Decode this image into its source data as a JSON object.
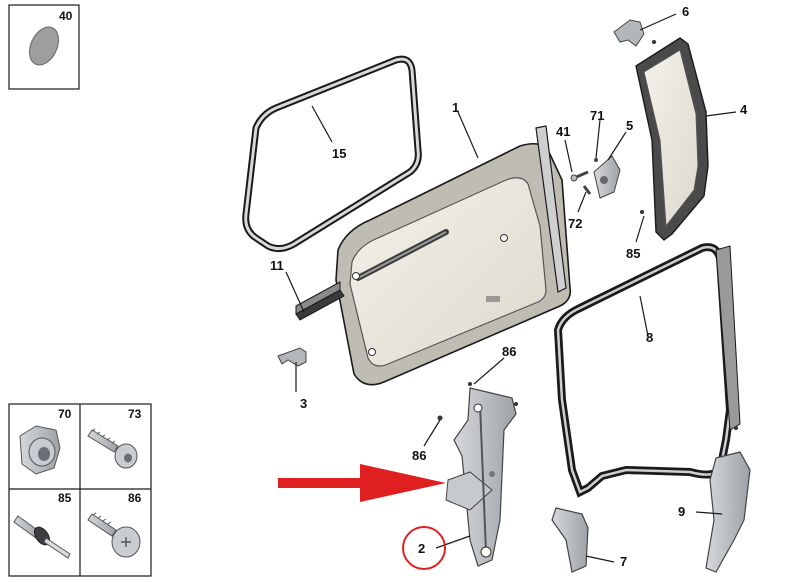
{
  "colors": {
    "outline": "#1a1a1a",
    "glass": "#e9e7dd",
    "seal": "#8a8a8a",
    "highlight_red": "#e02020",
    "part_gray": "#b9bcc0"
  },
  "inset_40": {
    "label": "40"
  },
  "fastener_grid": [
    {
      "label": "70"
    },
    {
      "label": "73"
    },
    {
      "label": "85"
    },
    {
      "label": "86"
    }
  ],
  "callouts": [
    {
      "id": "c1",
      "label": "1"
    },
    {
      "id": "c15",
      "label": "15"
    },
    {
      "id": "c11",
      "label": "11"
    },
    {
      "id": "c3",
      "label": "3"
    },
    {
      "id": "c6",
      "label": "6"
    },
    {
      "id": "c4",
      "label": "4"
    },
    {
      "id": "c71",
      "label": "71"
    },
    {
      "id": "c41",
      "label": "41"
    },
    {
      "id": "c5",
      "label": "5"
    },
    {
      "id": "c72",
      "label": "72"
    },
    {
      "id": "c85",
      "label": "85"
    },
    {
      "id": "c8",
      "label": "8"
    },
    {
      "id": "c86a",
      "label": "86"
    },
    {
      "id": "c86b",
      "label": "86"
    },
    {
      "id": "c2",
      "label": "2"
    },
    {
      "id": "c9",
      "label": "9"
    },
    {
      "id": "c7",
      "label": "7"
    }
  ]
}
